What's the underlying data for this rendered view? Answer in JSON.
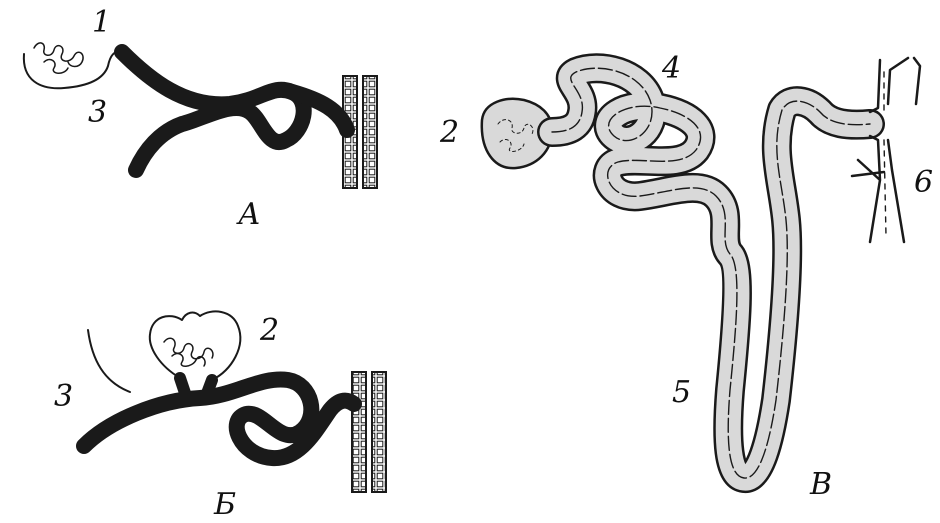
{
  "figure": {
    "panels": [
      {
        "id": "A",
        "label": "А"
      },
      {
        "id": "B",
        "label": "Б"
      },
      {
        "id": "C",
        "label": "В"
      }
    ],
    "callouts": [
      "1",
      "3",
      "2",
      "3",
      "2",
      "4",
      "5",
      "6"
    ]
  },
  "colors": {
    "ink": "#1a1a1a",
    "tubule_fill": "#d9d9d9",
    "background": "#ffffff"
  }
}
